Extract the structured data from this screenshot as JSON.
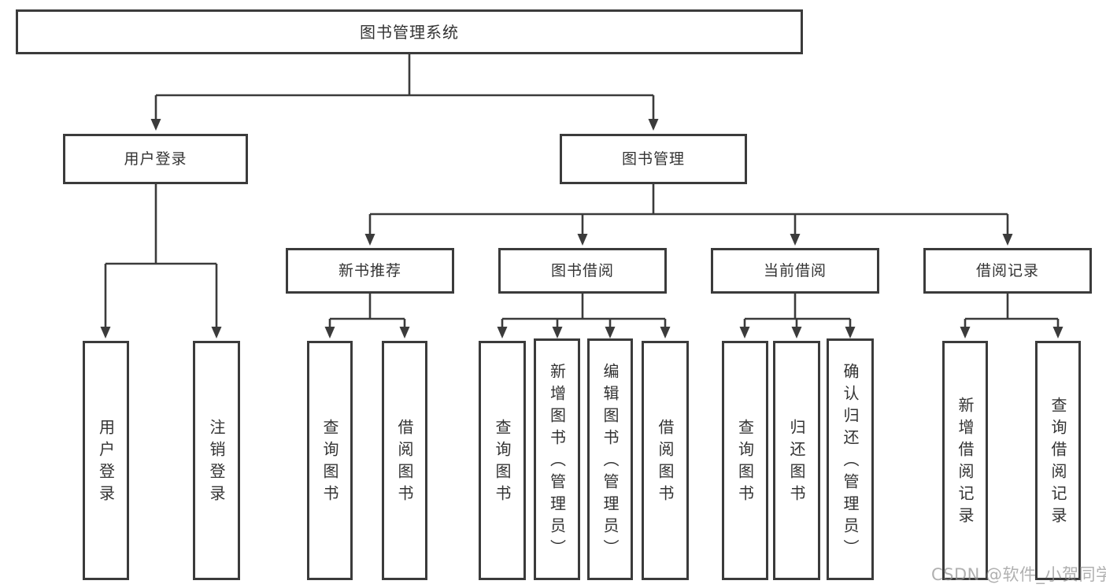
{
  "diagram": {
    "root": {
      "label": "图书管理系统"
    },
    "level2": [
      {
        "label": "用户登录"
      },
      {
        "label": "图书管理"
      }
    ],
    "level3": [
      {
        "label": "新书推荐"
      },
      {
        "label": "图书借阅"
      },
      {
        "label": "当前借阅"
      },
      {
        "label": "借阅记录"
      }
    ],
    "leaves": [
      {
        "label": "用户登录"
      },
      {
        "label": "注销登录"
      },
      {
        "label": "查询图书"
      },
      {
        "label": "借阅图书"
      },
      {
        "label": "查询图书"
      },
      {
        "label": "新增图书（管理员）"
      },
      {
        "label": "编辑图书（管理员）"
      },
      {
        "label": "借阅图书"
      },
      {
        "label": "查询图书"
      },
      {
        "label": "归还图书"
      },
      {
        "label": "确认归还（管理员）"
      },
      {
        "label": "新增借阅记录"
      },
      {
        "label": "查询借阅记录"
      }
    ],
    "watermark": "CSDN @软件_小贺同学",
    "colors": {
      "line": "#3b3b3b",
      "text": "#333333",
      "background": "#ffffff",
      "watermark": "#919191"
    }
  }
}
